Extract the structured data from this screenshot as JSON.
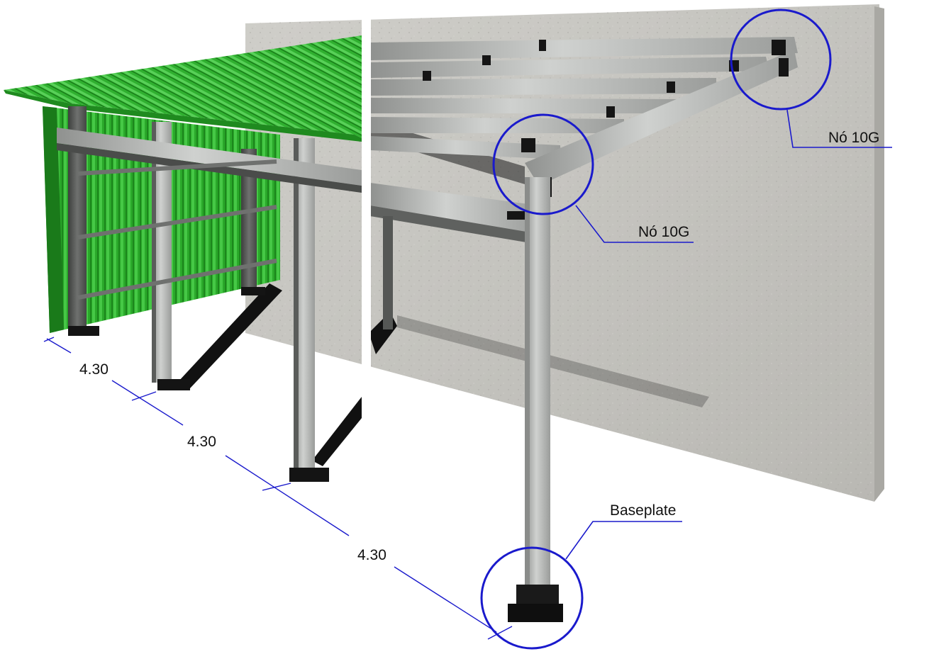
{
  "callouts": {
    "node_top": "Nó 10G",
    "node_front": "Nó 10G",
    "baseplate": "Baseplate"
  },
  "dimensions": {
    "spacing_1": "4.30",
    "spacing_2": "4.30",
    "spacing_3": "4.30"
  },
  "colors": {
    "callout_blue": "#1a1acc",
    "roof_green": "#2db82d",
    "steel_gray": "#b4b6b4",
    "concrete": "#c4c3be"
  }
}
